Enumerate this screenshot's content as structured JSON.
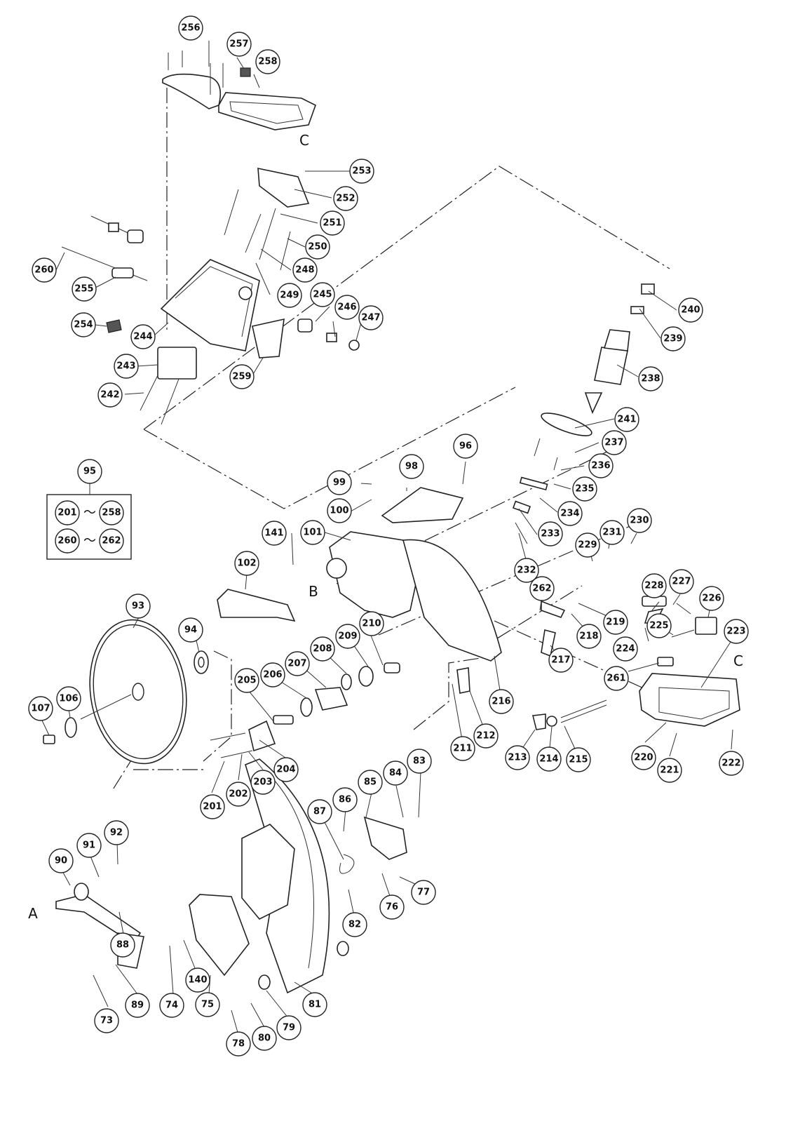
{
  "callouts": [
    "73",
    "74",
    "75",
    "76",
    "77",
    "78",
    "79",
    "80",
    "81",
    "82",
    "83",
    "84",
    "85",
    "86",
    "87",
    "88",
    "89",
    "90",
    "91",
    "92",
    "93",
    "94",
    "95",
    "96",
    "98",
    "99",
    "100",
    "101",
    "102",
    "106",
    "107",
    "140",
    "141",
    "201",
    "202",
    "203",
    "204",
    "205",
    "206",
    "207",
    "208",
    "209",
    "210",
    "211",
    "212",
    "213",
    "214",
    "215",
    "216",
    "217",
    "218",
    "219",
    "220",
    "221",
    "222",
    "223",
    "224",
    "225",
    "226",
    "227",
    "228",
    "229",
    "230",
    "231",
    "232",
    "233",
    "234",
    "235",
    "236",
    "237",
    "238",
    "239",
    "240",
    "241",
    "242",
    "243",
    "244",
    "245",
    "246",
    "247",
    "248",
    "249",
    "250",
    "251",
    "252",
    "253",
    "254",
    "255",
    "256",
    "257",
    "258",
    "259",
    "260",
    "261",
    "262"
  ],
  "letters": {
    "a": "A",
    "b": "B",
    "c_top": "C",
    "c_right": "C"
  },
  "legend": {
    "ranges": [
      {
        "from": "201",
        "sep": "～",
        "to": "258"
      },
      {
        "from": "260",
        "sep": "～",
        "to": "262"
      }
    ]
  }
}
